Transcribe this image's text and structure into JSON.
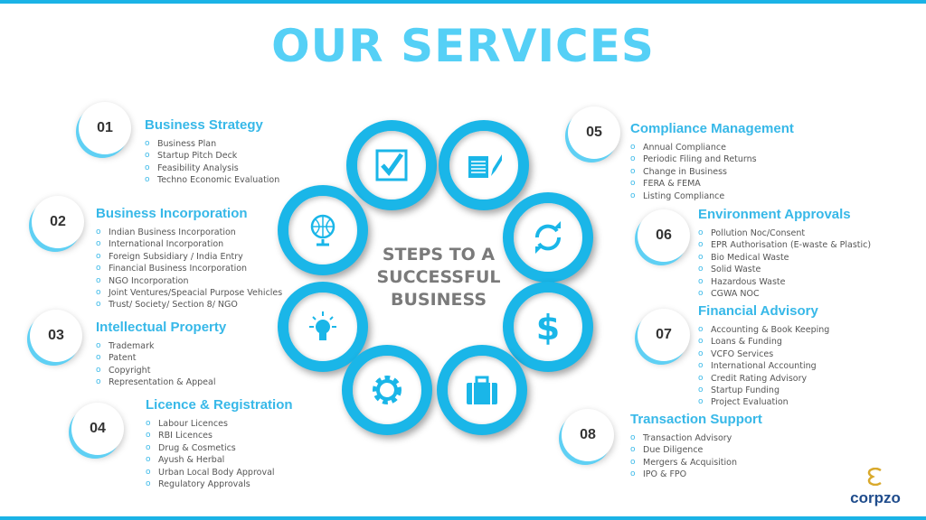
{
  "title": "OUR SERVICES",
  "center_text": [
    "STEPS TO A",
    "SUCCESSFUL",
    "BUSINESS"
  ],
  "brand": {
    "name": "corpzo",
    "accent": "#1ab6e8"
  },
  "sections": [
    {
      "num": "01",
      "title": "Business Strategy",
      "items": [
        "Business Plan",
        "Startup Pitch Deck",
        "Feasibility Analysis",
        "Techno Economic Evaluation"
      ]
    },
    {
      "num": "02",
      "title": "Business Incorporation",
      "items": [
        "Indian Business Incorporation",
        "International Incorporation",
        "Foreign Subsidiary / India Entry",
        "Financial Business Incorporation",
        "NGO Incorporation",
        "Joint Ventures/Speacial Purpose Vehicles",
        "Trust/ Society/ Section 8/ NGO"
      ]
    },
    {
      "num": "03",
      "title": "Intellectual Property",
      "items": [
        "Trademark",
        "Patent",
        "Copyright",
        "Representation & Appeal"
      ]
    },
    {
      "num": "04",
      "title": "Licence & Registration",
      "items": [
        "Labour Licences",
        "RBI Licences",
        "Drug & Cosmetics",
        "Ayush & Herbal",
        "Urban Local Body Approval",
        "Regulatory Approvals"
      ]
    },
    {
      "num": "05",
      "title": "Compliance Management",
      "items": [
        "Annual Compliance",
        "Periodic Filing and Returns",
        "Change in Business",
        "FERA & FEMA",
        "Listing Compliance"
      ]
    },
    {
      "num": "06",
      "title": "Environment Approvals",
      "items": [
        "Pollution Noc/Consent",
        "EPR Authorisation (E-waste & Plastic)",
        "Bio Medical Waste",
        "Solid Waste",
        "Hazardous Waste",
        "CGWA NOC"
      ]
    },
    {
      "num": "07",
      "title": "Financial Advisory",
      "items": [
        "Accounting & Book Keeping",
        "Loans & Funding",
        "VCFO Services",
        "International Accounting",
        "Credit Rating Advisory",
        "Startup Funding",
        "Project Evaluation"
      ]
    },
    {
      "num": "08",
      "title": "Transaction Support",
      "items": [
        "Transaction Advisory",
        "Due Diligence",
        "Mergers & Acquisition",
        "IPO & FPO"
      ]
    }
  ]
}
